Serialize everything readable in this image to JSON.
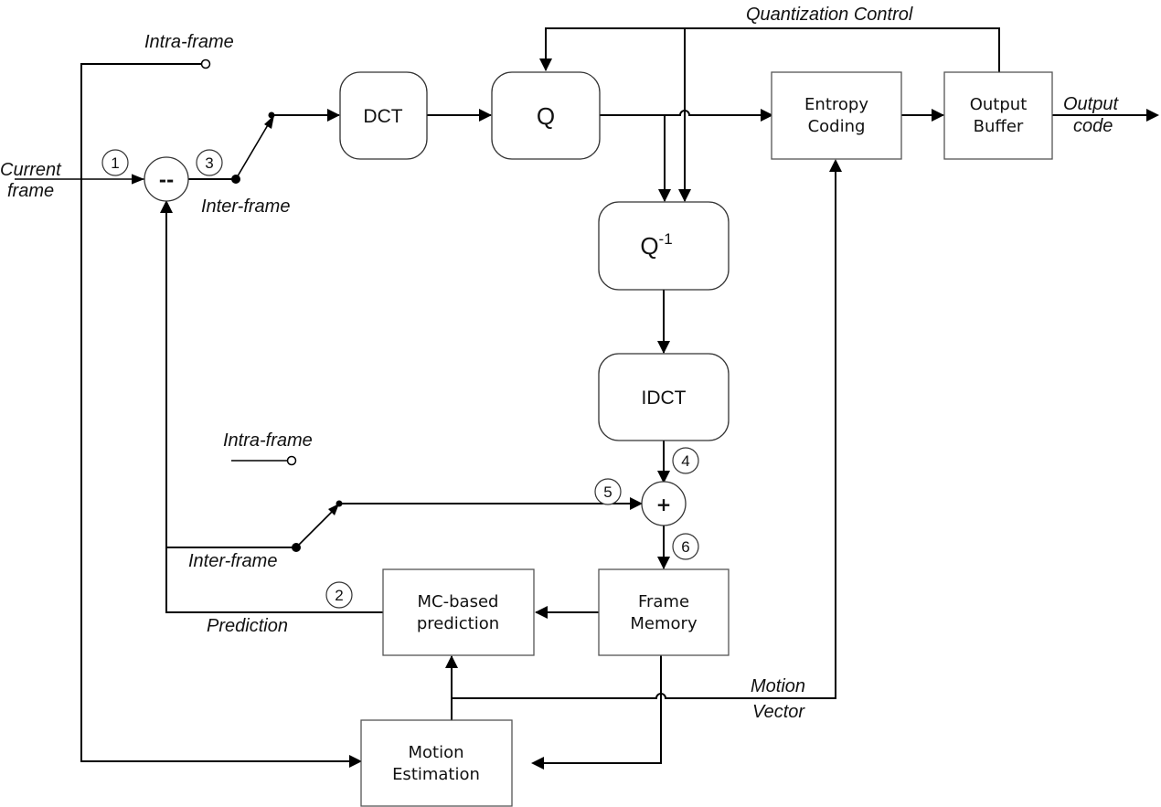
{
  "diagram": {
    "type": "block-diagram",
    "subject": "Video encoder (MC-DCT hybrid coding)",
    "blocks": {
      "dct": "DCT",
      "q": "Q",
      "qinv_base": "Q",
      "qinv_sup": "-1",
      "idct": "IDCT",
      "entropy_line1": "Entropy",
      "entropy_line2": "Coding",
      "output_line1": "Output",
      "output_line2": "Buffer",
      "mc_line1": "MC-based",
      "mc_line2": "prediction",
      "fm_line1": "Frame",
      "fm_line2": "Memory",
      "me_line1": "Motion",
      "me_line2": "Estimation"
    },
    "operators": {
      "subtract": "--",
      "add": "+"
    },
    "labels": {
      "quantization_control": "Quantization Control",
      "intra_frame_top": "Intra-frame",
      "inter_frame_top": "Inter-frame",
      "intra_frame_bottom": "Intra-frame",
      "inter_frame_bottom": "Inter-frame",
      "current_frame_line1": "Current",
      "current_frame_line2": "frame",
      "output_code_line1": "Output",
      "output_code_line2": "code",
      "prediction": "Prediction",
      "motion_vector_line1": "Motion",
      "motion_vector_line2": "Vector"
    },
    "markers": [
      "1",
      "2",
      "3",
      "4",
      "5",
      "6"
    ],
    "edges": [
      {
        "from": "Current frame",
        "to": "Subtractor",
        "marker": "1"
      },
      {
        "from": "Subtractor",
        "to": "Switch (Inter-frame)",
        "marker": "3"
      },
      {
        "from": "Switch",
        "to": "DCT"
      },
      {
        "from": "DCT",
        "to": "Q"
      },
      {
        "from": "Q",
        "to": "Entropy Coding"
      },
      {
        "from": "Q",
        "to": "Q-1"
      },
      {
        "from": "Quantization Control",
        "to": "Q"
      },
      {
        "from": "Quantization Control",
        "to": "Q-1"
      },
      {
        "from": "Output Buffer",
        "to": "Quantization Control"
      },
      {
        "from": "Entropy Coding",
        "to": "Output Buffer"
      },
      {
        "from": "Output Buffer",
        "to": "Output code"
      },
      {
        "from": "Q-1",
        "to": "IDCT"
      },
      {
        "from": "IDCT",
        "to": "Adder",
        "marker": "4"
      },
      {
        "from": "Switch (Inter-frame)",
        "to": "Adder",
        "marker": "5"
      },
      {
        "from": "Adder",
        "to": "Frame Memory",
        "marker": "6"
      },
      {
        "from": "Frame Memory",
        "to": "MC-based prediction"
      },
      {
        "from": "MC-based prediction",
        "to": "Subtractor",
        "marker": "2",
        "label": "Prediction"
      },
      {
        "from": "Frame Memory",
        "to": "Motion Estimation"
      },
      {
        "from": "Current frame",
        "to": "Motion Estimation"
      },
      {
        "from": "Motion Estimation",
        "to": "MC-based prediction"
      },
      {
        "from": "Motion Estimation",
        "to": "Entropy Coding",
        "label": "Motion Vector"
      }
    ]
  }
}
